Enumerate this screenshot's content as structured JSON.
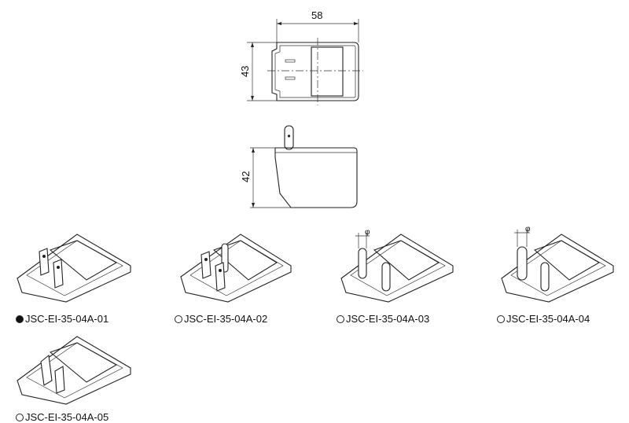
{
  "top_view": {
    "width_dim": "58",
    "height_dim": "43"
  },
  "side_view": {
    "height_dim": "42"
  },
  "variants": [
    {
      "label": "JSC-EI-35-04A-01",
      "selected": true
    },
    {
      "label": "JSC-EI-35-04A-02",
      "selected": false
    },
    {
      "label": "JSC-EI-35-04A-03",
      "selected": false
    },
    {
      "label": "JSC-EI-35-04A-04",
      "selected": false
    },
    {
      "label": "JSC-EI-35-04A-05",
      "selected": false
    }
  ],
  "pin_annotation": "φ"
}
